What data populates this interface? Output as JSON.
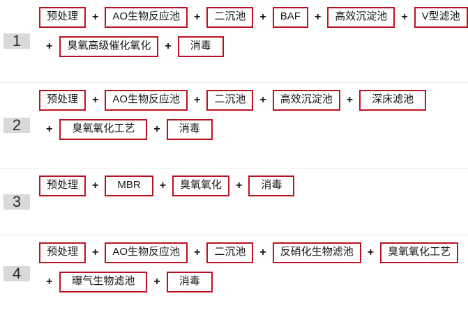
{
  "table": {
    "label": "wastewater-treatment-process-schemes",
    "accent_color": "#bb1122",
    "index_badge_color": "#d9d9d9",
    "separator_color": "#ececed",
    "operator": "+",
    "rows": [
      {
        "index": "1",
        "lines": [
          {
            "lead_operator": "",
            "steps": [
              "预处理",
              "AO生物反应池",
              "二沉池",
              "BAF",
              "高效沉淀池",
              "V型滤池"
            ]
          },
          {
            "lead_operator": "+",
            "steps": [
              "臭氧高级催化氧化",
              "消毒"
            ]
          }
        ]
      },
      {
        "index": "2",
        "lines": [
          {
            "lead_operator": "",
            "steps": [
              "预处理",
              "AO生物反应池",
              "二沉池",
              "高效沉淀池",
              "深床滤池"
            ]
          },
          {
            "lead_operator": "+",
            "steps": [
              "臭氧氧化工艺",
              "消毒"
            ]
          }
        ]
      },
      {
        "index": "3",
        "lines": [
          {
            "lead_operator": "",
            "steps": [
              "预处理",
              "MBR",
              "臭氧氧化",
              "消毒"
            ]
          }
        ]
      },
      {
        "index": "4",
        "lines": [
          {
            "lead_operator": "",
            "steps": [
              "预处理",
              "AO生物反应池",
              "二沉池",
              "反硝化生物滤池",
              "臭氧氧化工艺"
            ]
          },
          {
            "lead_operator": "+",
            "steps": [
              "曝气生物滤池",
              "消毒"
            ]
          }
        ]
      }
    ]
  }
}
